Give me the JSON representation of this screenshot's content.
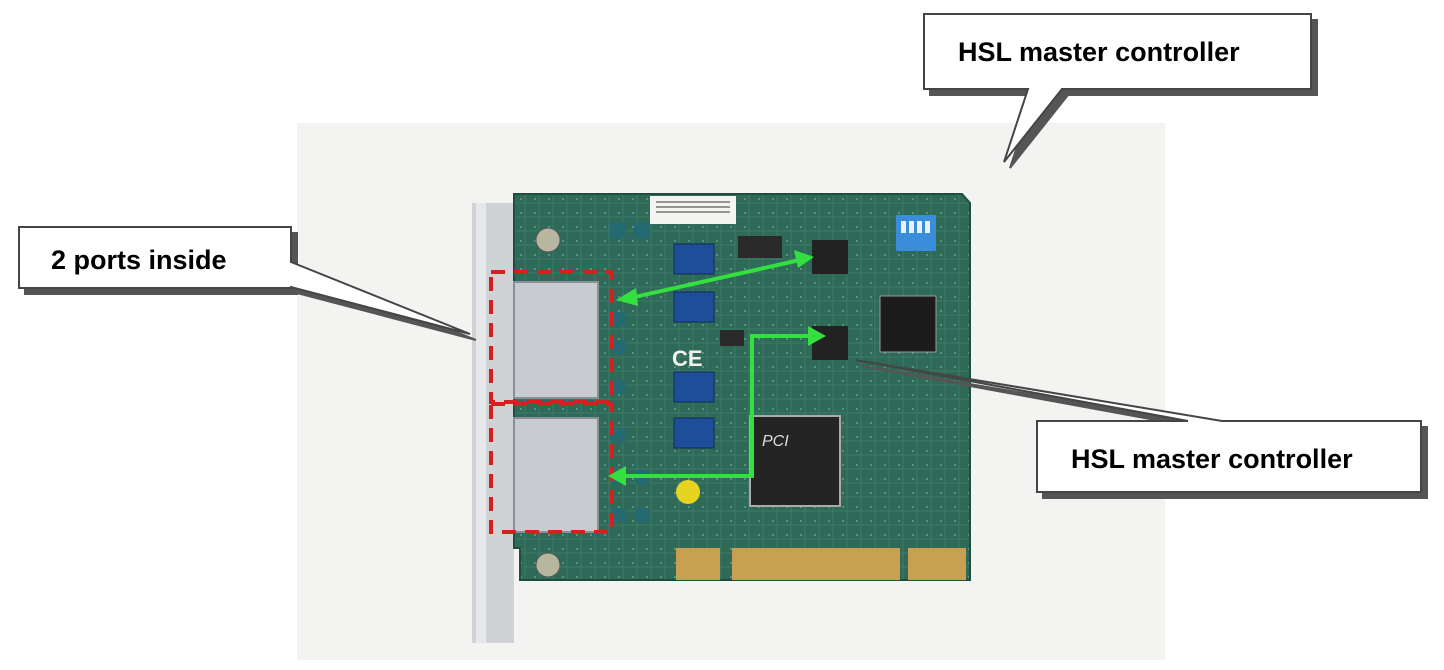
{
  "callouts": {
    "top_right": "HSL master controller",
    "left": "2 ports inside",
    "bottom_right": "HSL master controller"
  },
  "board": {
    "chip_logo": "PCI",
    "ce_mark": "CE"
  },
  "colors": {
    "pcb": "#2f6a58",
    "arrow": "#33e040",
    "port_box": "#d42020",
    "gold": "#c9a050",
    "bracket": "#cfd3d6"
  }
}
